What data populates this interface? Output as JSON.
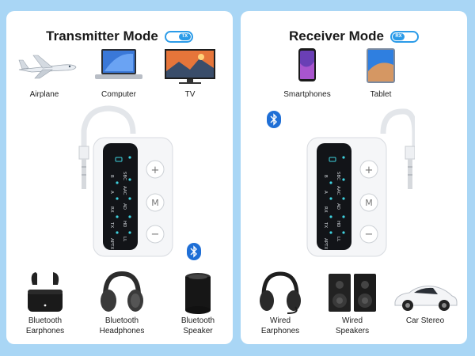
{
  "transmitter": {
    "title": "Transmitter Mode",
    "badge": "TX",
    "sources": [
      {
        "label": "Airplane",
        "icon": "airplane-icon"
      },
      {
        "label": "Computer",
        "icon": "laptop-icon"
      },
      {
        "label": "TV",
        "icon": "tv-icon"
      }
    ],
    "sinks": [
      {
        "line1": "Bluetooth",
        "line2": "Earphones",
        "icon": "earbuds-icon"
      },
      {
        "line1": "Bluetooth",
        "line2": "Headphones",
        "icon": "headphones-icon"
      },
      {
        "line1": "Bluetooth",
        "line2": "Speaker",
        "icon": "speaker-icon"
      }
    ]
  },
  "receiver": {
    "title": "Receiver Mode",
    "badge": "RX",
    "sources": [
      {
        "label": "Smartphones",
        "icon": "smartphone-icon"
      },
      {
        "label": "Tablet",
        "icon": "tablet-icon"
      }
    ],
    "sinks": [
      {
        "line1": "Wired",
        "line2": "Earphones",
        "icon": "wired-headset-icon"
      },
      {
        "line1": "Wired",
        "line2": "Speakers",
        "icon": "bookshelf-speakers-icon"
      },
      {
        "line1": "Car Stereo",
        "line2": "",
        "icon": "car-icon"
      }
    ]
  },
  "device": {
    "buttons": [
      "+",
      "M",
      "−"
    ],
    "leds_right": [
      "SBC",
      "AAC",
      "AD",
      "HD",
      "LL"
    ],
    "leds_left": [
      "B",
      "A",
      "RX",
      "TX",
      "APTX"
    ]
  },
  "colors": {
    "background": "#a9d6f5",
    "accent": "#2b9be8",
    "led": "#3fd3e0",
    "bluetooth": "#1f6fd6"
  }
}
